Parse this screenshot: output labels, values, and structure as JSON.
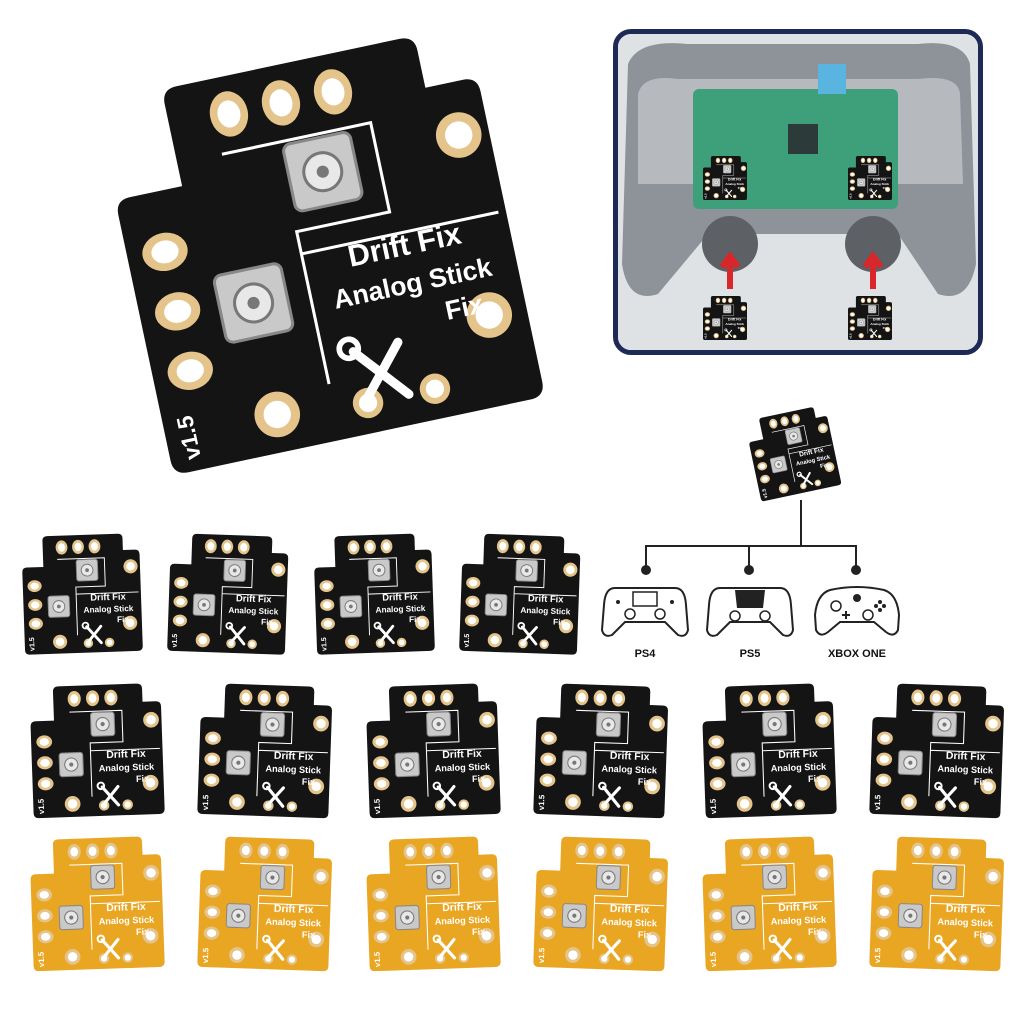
{
  "board": {
    "title_line1": "Drift Fix",
    "title_line2": "Analog Stick",
    "title_line3": "Fix",
    "version": "v1.5"
  },
  "colors": {
    "black_pcb": "#141414",
    "yellow_pcb": "#e9a623",
    "pad_gold": "#e4c48a",
    "inset_border": "#1d2a55",
    "arrow_red": "#d8262b"
  },
  "compatibility": {
    "consoles": [
      {
        "label": "PS4",
        "icon": "ps4-controller-icon"
      },
      {
        "label": "PS5",
        "icon": "ps5-controller-icon"
      },
      {
        "label": "XBOX ONE",
        "icon": "xbox-one-controller-icon"
      }
    ]
  },
  "rows": {
    "black_row_1_count": 4,
    "black_row_2_count": 6,
    "yellow_row_count": 6
  }
}
